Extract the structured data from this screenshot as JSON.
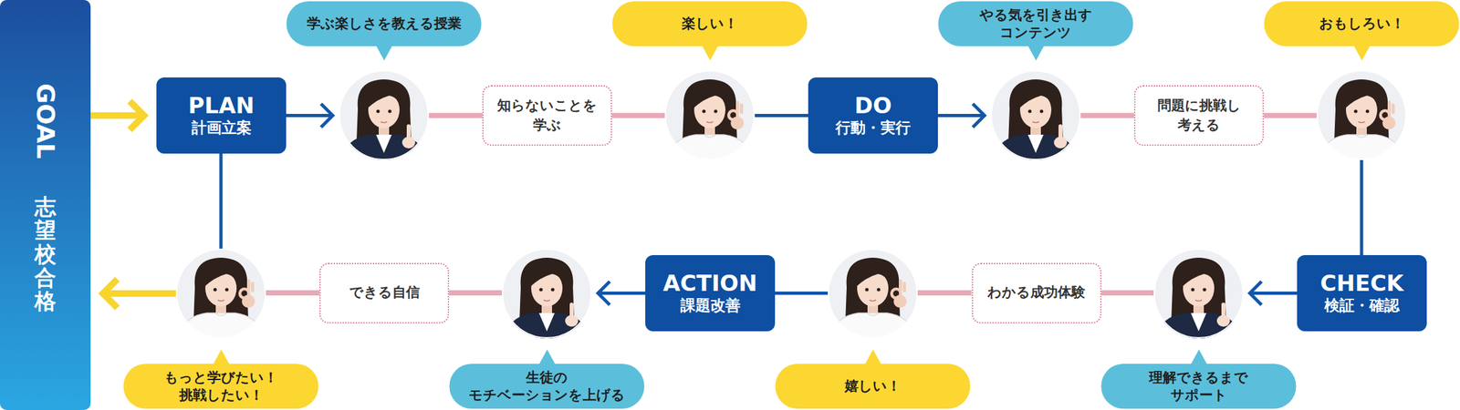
{
  "diagram": {
    "nodes": [
      {
        "text": [
          "GOAL",
          "志望校合格"
        ]
      },
      {
        "text": [
          "PLAN",
          "計画立案"
        ]
      },
      {
        "text": [
          "学ぶ楽しさを教える授業"
        ]
      },
      {
        "text": [
          "知らないことを 学ぶ"
        ]
      },
      {
        "text": [
          "楽しい！"
        ]
      },
      {
        "text": [
          "DO",
          "行動・実行"
        ]
      },
      {
        "text": [
          "やる気を引き出す コンテンツ"
        ]
      },
      {
        "text": [
          "問題に挑戦し 考える"
        ]
      },
      {
        "text": [
          "おもしろい！"
        ]
      },
      {
        "text": [
          "CHECK",
          "検証・確認"
        ]
      },
      {
        "text": [
          "理解できるまで サポート"
        ]
      },
      {
        "text": [
          "わかる成功体験"
        ]
      },
      {
        "text": [
          "嬉しい！"
        ]
      },
      {
        "text": [
          "ACTION",
          "課題改善"
        ]
      },
      {
        "text": [
          "生徒の モチベーションを上げる"
        ]
      },
      {
        "text": [
          "できる自信"
        ]
      },
      {
        "text": [
          "もっと学びたい！ 挑戦したい！"
        ]
      }
    ],
    "edges": [
      {
        "from": 0,
        "to": 1,
        "arrow": "to"
      },
      {
        "from": 1,
        "to": 2,
        "arrow": "to"
      },
      {
        "from": 2,
        "to": 3,
        "arrow": "none"
      },
      {
        "from": 3,
        "to": 4,
        "arrow": "none"
      },
      {
        "from": 4,
        "to": 5,
        "arrow": "none"
      },
      {
        "from": 5,
        "to": 6,
        "arrow": "to"
      },
      {
        "from": 6,
        "to": 7,
        "arrow": "none"
      },
      {
        "from": 7,
        "to": 8,
        "arrow": "none"
      },
      {
        "from": 8,
        "to": 9,
        "arrow": "none"
      },
      {
        "from": 9,
        "to": 10,
        "arrow": "to"
      },
      {
        "from": 10,
        "to": 11,
        "arrow": "none"
      },
      {
        "from": 11,
        "to": 12,
        "arrow": "none"
      },
      {
        "from": 12,
        "to": 13,
        "arrow": "none"
      },
      {
        "from": 13,
        "to": 14,
        "arrow": "to"
      },
      {
        "from": 14,
        "to": 15,
        "arrow": "none"
      },
      {
        "from": 15,
        "to": 16,
        "arrow": "none"
      },
      {
        "from": 16,
        "to": 1,
        "arrow": "none"
      },
      {
        "from": 16,
        "to": 0,
        "arrow": "to"
      }
    ]
  }
}
